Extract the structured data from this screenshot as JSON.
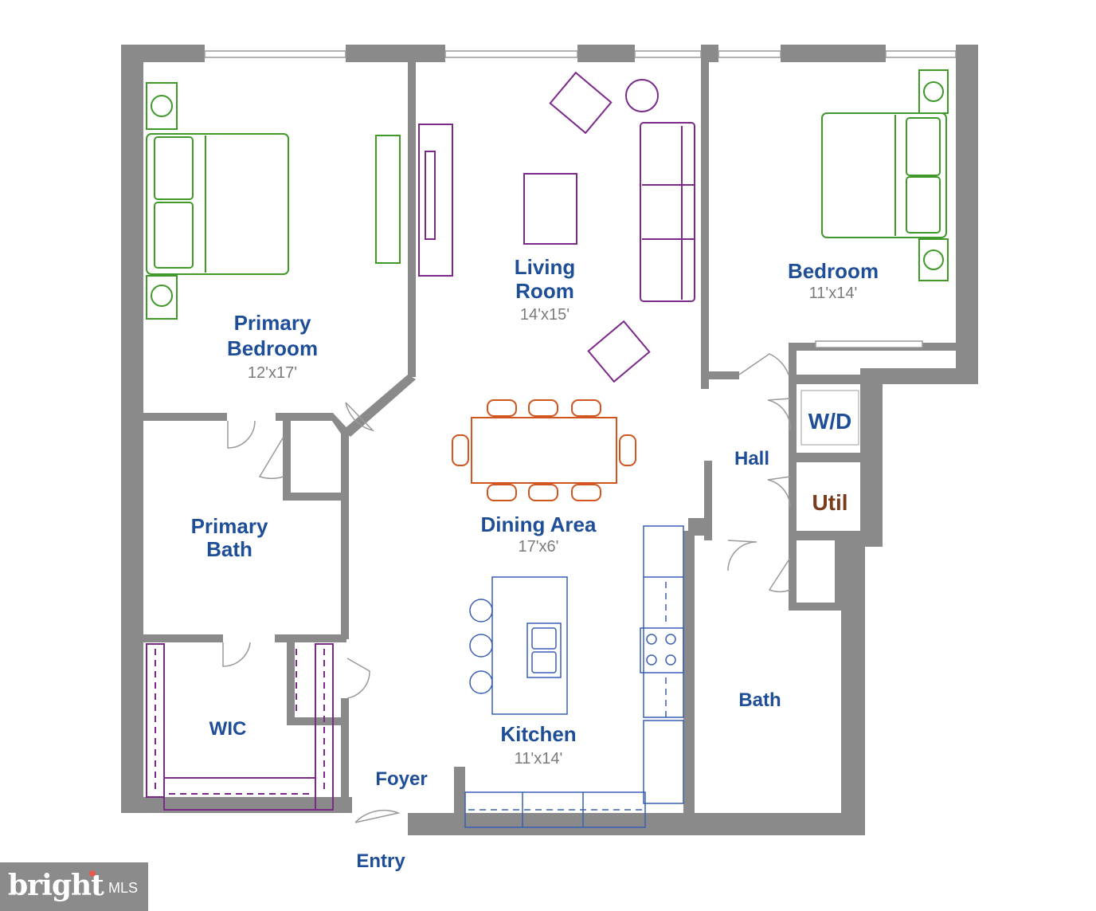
{
  "colors": {
    "label_blue": "#1f4e99",
    "label_brown": "#7a3b1e",
    "dimension_gray": "#7b7b7b",
    "wall_gray": "#8a8a8a",
    "bed_green": "#3f9a2a",
    "furniture_purple": "#7b2a8a",
    "dining_orange": "#d2541f",
    "kitchen_blue": "#3a5fb5"
  },
  "rooms": {
    "primary_bedroom": {
      "name_line1": "Primary",
      "name_line2": "Bedroom",
      "dimensions": "12'x17'"
    },
    "living_room": {
      "name_line1": "Living",
      "name_line2": "Room",
      "dimensions": "14'x15'"
    },
    "bedroom": {
      "name": "Bedroom",
      "dimensions": "11'x14'"
    },
    "dining_area": {
      "name": "Dining Area",
      "dimensions": "17'x6'"
    },
    "kitchen": {
      "name": "Kitchen",
      "dimensions": "11'x14'"
    },
    "primary_bath": {
      "name_line1": "Primary",
      "name_line2": "Bath"
    },
    "wic": {
      "name": "WIC"
    },
    "hall": {
      "name": "Hall"
    },
    "wd": {
      "name": "W/D"
    },
    "util": {
      "name": "Util"
    },
    "bath": {
      "name": "Bath"
    },
    "foyer": {
      "name": "Foyer"
    },
    "entry": {
      "name": "Entry"
    }
  },
  "logo": {
    "text": "bright",
    "suffix": "MLS"
  }
}
